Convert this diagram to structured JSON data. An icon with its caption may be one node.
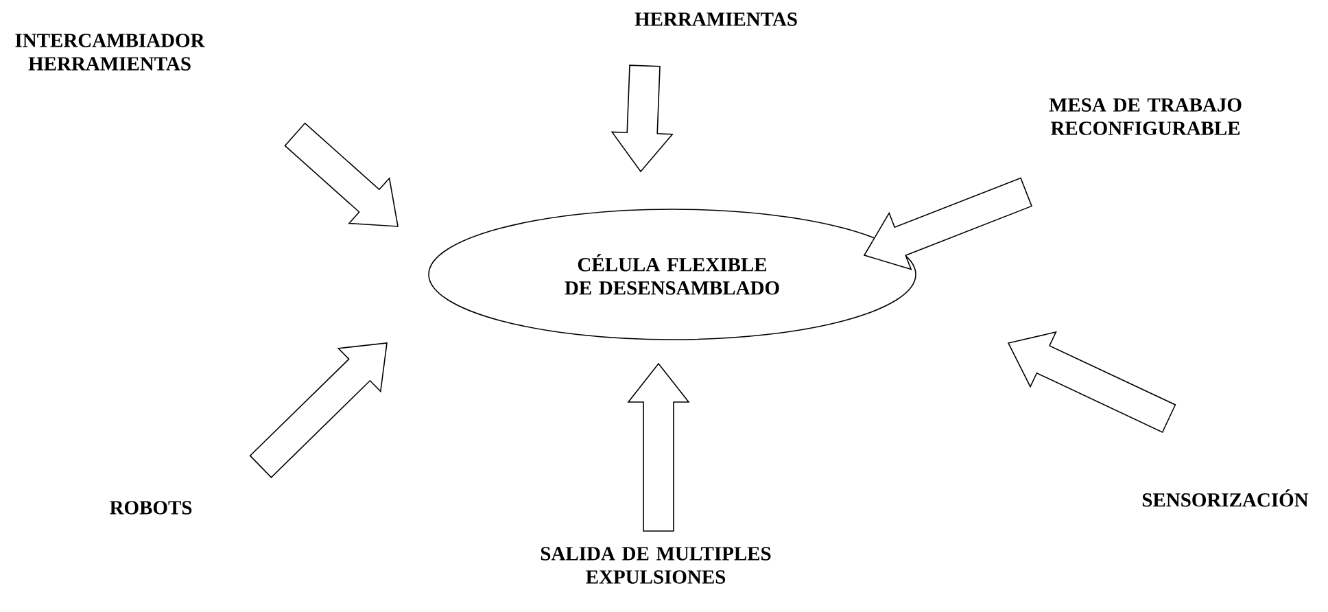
{
  "diagram": {
    "nodes": [
      {
        "text": [
          "CÉLULA FLEXIBLE DE DESENSAMBLADO"
        ]
      },
      {
        "text": [
          "INTERCAMBIADOR HERRAMIENTAS"
        ]
      },
      {
        "text": [
          "HERRAMIENTAS"
        ]
      },
      {
        "text": [
          "MESA DE TRABAJO RECONFIGURABLE"
        ]
      },
      {
        "text": [
          "SENSORIZACIÓN"
        ]
      },
      {
        "text": [
          "ROBOTS"
        ]
      },
      {
        "text": [
          "SALIDA DE MULTIPLES EXPULSIONES"
        ]
      }
    ],
    "edges": [
      {
        "from": 1,
        "to": 0,
        "arrow": "to"
      },
      {
        "from": 2,
        "to": 0,
        "arrow": "to"
      },
      {
        "from": 3,
        "to": 0,
        "arrow": "to"
      },
      {
        "from": 4,
        "to": 0,
        "arrow": "to"
      },
      {
        "from": 5,
        "to": 0,
        "arrow": "to"
      },
      {
        "from": 6,
        "to": 0,
        "arrow": "to"
      }
    ]
  }
}
